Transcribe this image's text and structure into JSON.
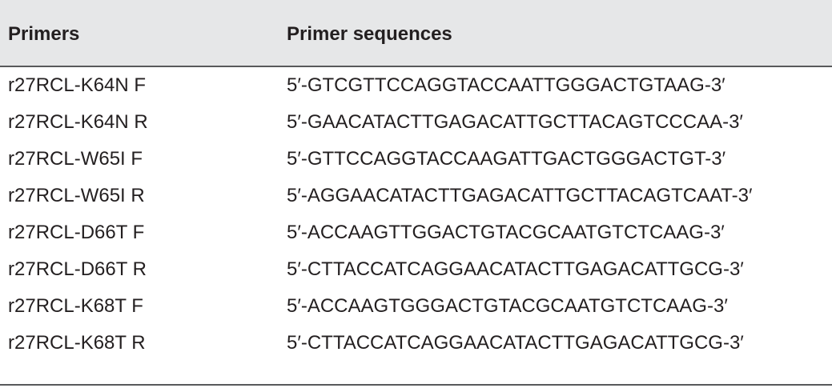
{
  "table": {
    "headers": {
      "primer": "Primers",
      "sequence": "Primer sequences"
    },
    "rows": [
      {
        "primer": "r27RCL-K64N F",
        "sequence": "5′-GTCGTTCCAGGTACCAATTGGGACTGTAAG-3′"
      },
      {
        "primer": "r27RCL-K64N R",
        "sequence": "5′-GAACATACTTGAGACATTGCTTACAGTCCCAA-3′"
      },
      {
        "primer": "r27RCL-W65I F",
        "sequence": "5′-GTTCCAGGTACCAAGATTGACTGGGACTGT-3′"
      },
      {
        "primer": "r27RCL-W65I R",
        "sequence": "5′-AGGAACATACTTGAGACATTGCTTACAGTCAAT-3′"
      },
      {
        "primer": "r27RCL-D66T F",
        "sequence": "5′-ACCAAGTTGGACTGTACGCAATGTCTCAAG-3′"
      },
      {
        "primer": "r27RCL-D66T R",
        "sequence": "5′-CTTACCATCAGGAACATACTTGAGACATTGCG-3′"
      },
      {
        "primer": "r27RCL-K68T F",
        "sequence": "5′-ACCAAGTGGGACTGTACGCAATGTCTCAAG-3′"
      },
      {
        "primer": "r27RCL-K68T R",
        "sequence": "5′-CTTACCATCAGGAACATACTTGAGACATTGCG-3′"
      }
    ]
  },
  "colors": {
    "header_background": "#e6e7e8",
    "text": "#231f20",
    "rule": "#58595b"
  }
}
